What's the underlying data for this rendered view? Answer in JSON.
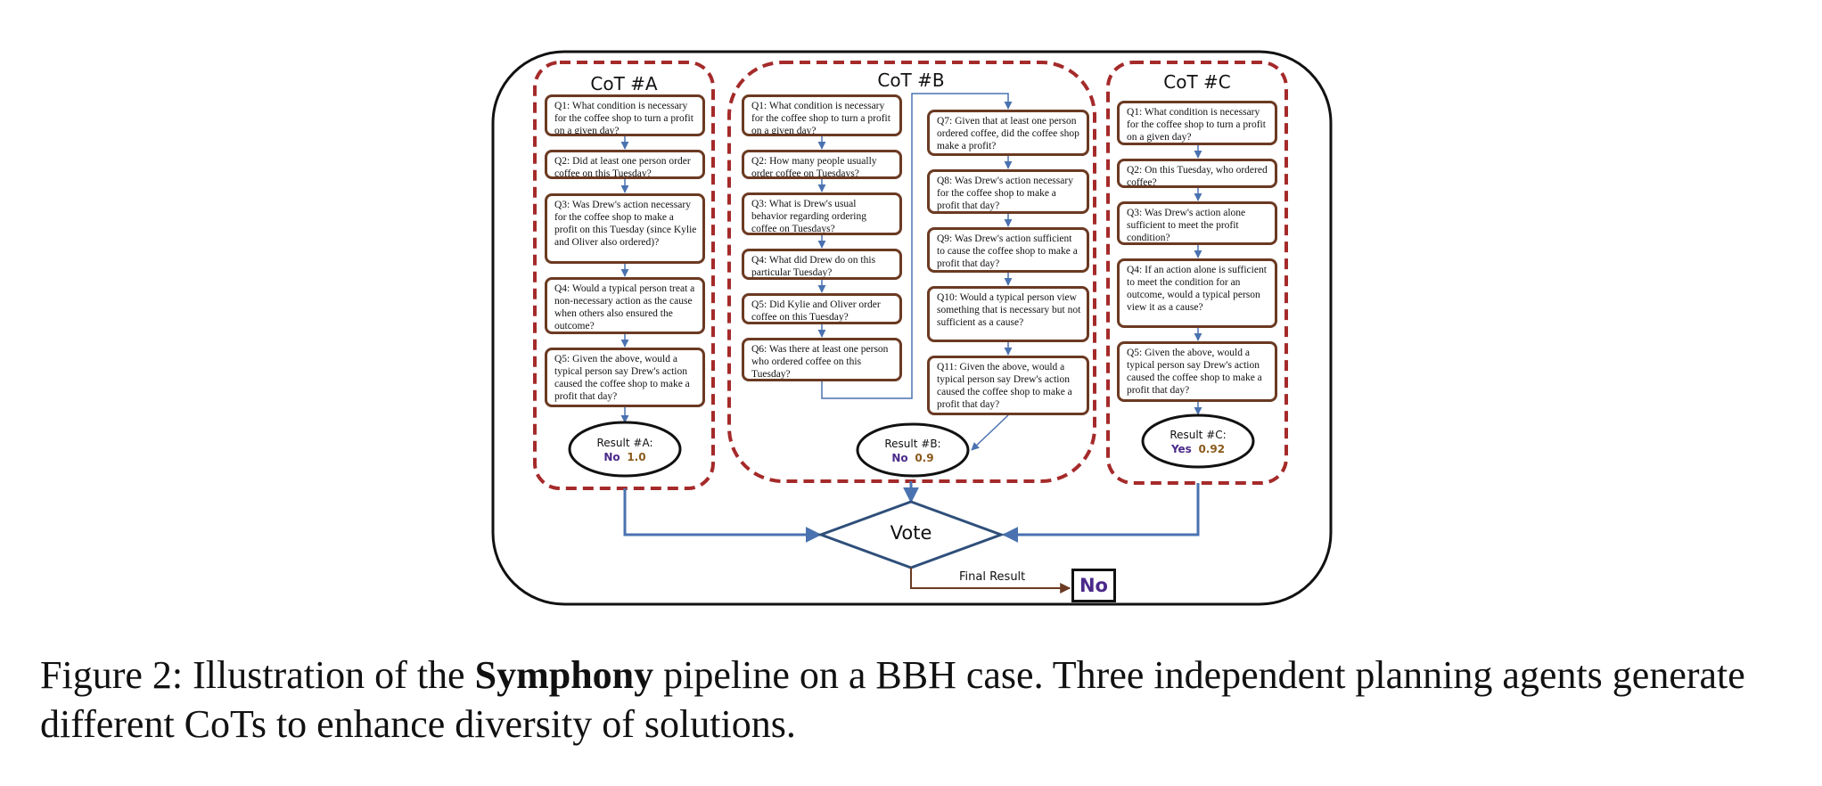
{
  "figure": {
    "columns": [
      {
        "title": "CoT #A",
        "questions": [
          "Q1: What condition is necessary for the coffee shop to turn a profit on a given day?",
          "Q2: Did at least one person order coffee on this Tuesday?",
          "Q3: Was Drew's action necessary for the coffee shop to make a profit on this Tuesday (since Kylie and Oliver also ordered)?",
          "Q4: Would a typical person treat a non-necessary action as the cause when others also ensured the outcome?",
          "Q5: Given the above, would a typical person say Drew's action caused the coffee shop to make a profit that day?"
        ],
        "result": {
          "label": "Result #A:",
          "answer": "No",
          "score": "1.0"
        }
      },
      {
        "title": "CoT #B",
        "questions": [
          "Q1: What condition is necessary for the coffee shop to turn a profit on a given day?",
          "Q2: How many people usually order coffee on Tuesdays?",
          "Q3: What is Drew's usual behavior regarding ordering coffee on Tuesdays?",
          "Q4: What did Drew do on this particular Tuesday?",
          "Q5: Did Kylie and Oliver order coffee on this Tuesday?",
          "Q6: Was there at least one person who ordered coffee on this Tuesday?",
          "Q7: Given that at least one person ordered coffee, did the coffee shop make a profit?",
          "Q8: Was Drew's action necessary for the coffee shop to make a profit that day?",
          "Q9: Was Drew's action sufficient to cause the coffee shop to make a profit that day?",
          "Q10: Would a typical person view something that is necessary but not sufficient as a cause?",
          "Q11: Given the above, would a typical person say Drew's action caused the coffee shop to make a profit that day?"
        ],
        "result": {
          "label": "Result #B:",
          "answer": "No",
          "score": "0.9"
        }
      },
      {
        "title": "CoT #C",
        "questions": [
          "Q1: What condition is necessary for the coffee shop to turn a profit on a given day?",
          "Q2: On this Tuesday, who ordered coffee?",
          "Q3: Was Drew's action alone sufficient to meet the profit condition?",
          "Q4: If an action alone is sufficient to meet the condition for an outcome, would a typical person view it as a cause?",
          "Q5: Given the above, would a typical person say Drew's action caused the coffee shop to make a profit that day?"
        ],
        "result": {
          "label": "Result #C:",
          "answer": "Yes",
          "score": "0.92"
        }
      }
    ],
    "vote_label": "Vote",
    "final_result_label": "Final Result",
    "final_answer": "No"
  },
  "caption": {
    "prefix": "Figure 2: Illustration of the ",
    "bold": "Symphony",
    "suffix": " pipeline on a BBH case. Three independent planning agents generate different CoTs to enhance diversity of solutions."
  },
  "colors": {
    "box_border": "#6b3a22",
    "dashed_border": "#a52a2a",
    "arrow": "#4a72b0",
    "answer": "#4b2a8a",
    "score": "#8a5a1a"
  }
}
